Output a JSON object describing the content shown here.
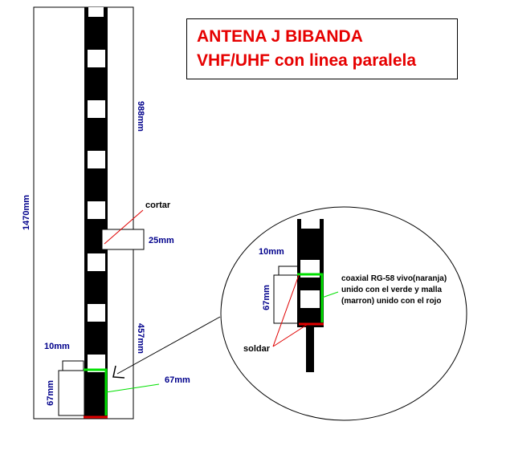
{
  "title": {
    "line1": "ANTENA J BIBANDA",
    "line2": "VHF/UHF con linea paralela"
  },
  "dimensions": {
    "total_length": "1470mm",
    "upper_section": "988mm",
    "lower_section": "457mm",
    "gap": "25mm",
    "feed_offset": "10mm",
    "stub_height": "67mm",
    "feed_length": "67mm",
    "detail_feed_offset": "10mm",
    "detail_stub_height": "67mm"
  },
  "labels": {
    "cut": "cortar",
    "solder": "soldar"
  },
  "note": {
    "line1": "coaxial RG-58 vivo(naranja)",
    "line2": "unido con el verde y malla",
    "line3": "(marron) unido con el rojo"
  },
  "colors": {
    "feed_wire": "#00e000",
    "short_wire": "#e00000",
    "leader_line": "#e00000",
    "dimension_text": "#00008b",
    "title_text": "#e60000"
  }
}
